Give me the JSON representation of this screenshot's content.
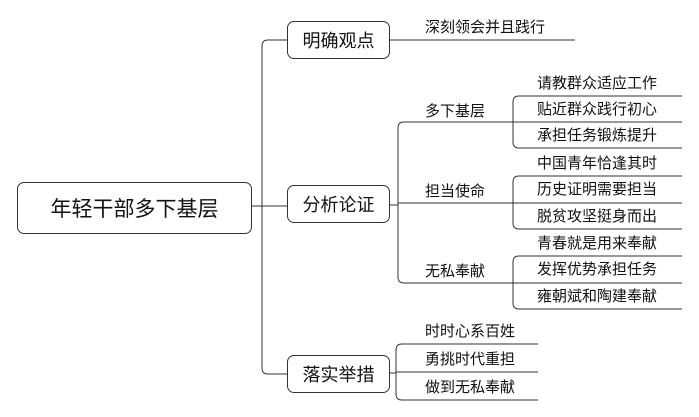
{
  "root": "年轻干部多下基层",
  "branches": [
    {
      "label": "明确观点",
      "leaves": [
        "深刻领会并且践行"
      ]
    },
    {
      "label": "分析论证",
      "groups": [
        {
          "label": "多下基层",
          "leaves": [
            "请教群众适应工作",
            "贴近群众践行初心",
            "承担任务锻炼提升"
          ]
        },
        {
          "label": "担当使命",
          "leaves": [
            "中国青年恰逢其时",
            "历史证明需要担当",
            "脱贫攻坚挺身而出"
          ]
        },
        {
          "label": "无私奉献",
          "leaves": [
            "青春就是用来奉献",
            "发挥优势承担任务",
            "雍朝斌和陶建奉献"
          ]
        }
      ]
    },
    {
      "label": "落实举措",
      "leaves": [
        "时时心系百姓",
        "勇挑时代重担",
        "做到无私奉献"
      ]
    }
  ]
}
